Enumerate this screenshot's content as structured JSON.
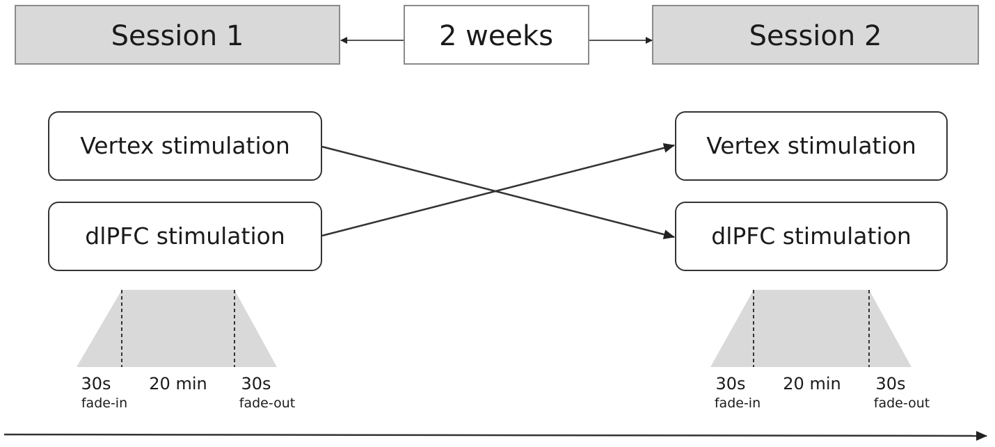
{
  "header": {
    "session1_label": "Session 1",
    "gap_label": "2 weeks",
    "session2_label": "Session 2"
  },
  "session1": {
    "conditions": [
      "Vertex stimulation",
      "dlPFC stimulation"
    ]
  },
  "session2": {
    "conditions": [
      "Vertex stimulation",
      "dlPFC stimulation"
    ]
  },
  "profile": {
    "fade_in_time": "30s",
    "fade_in_label": "fade-in",
    "main_time": "20 min",
    "fade_out_time": "30s",
    "fade_out_label": "fade-out"
  },
  "colors": {
    "session_box_fill": "#d9d9d9",
    "profile_fill": "#d9d9d9",
    "line": "#333333",
    "box_border": "#333333"
  }
}
